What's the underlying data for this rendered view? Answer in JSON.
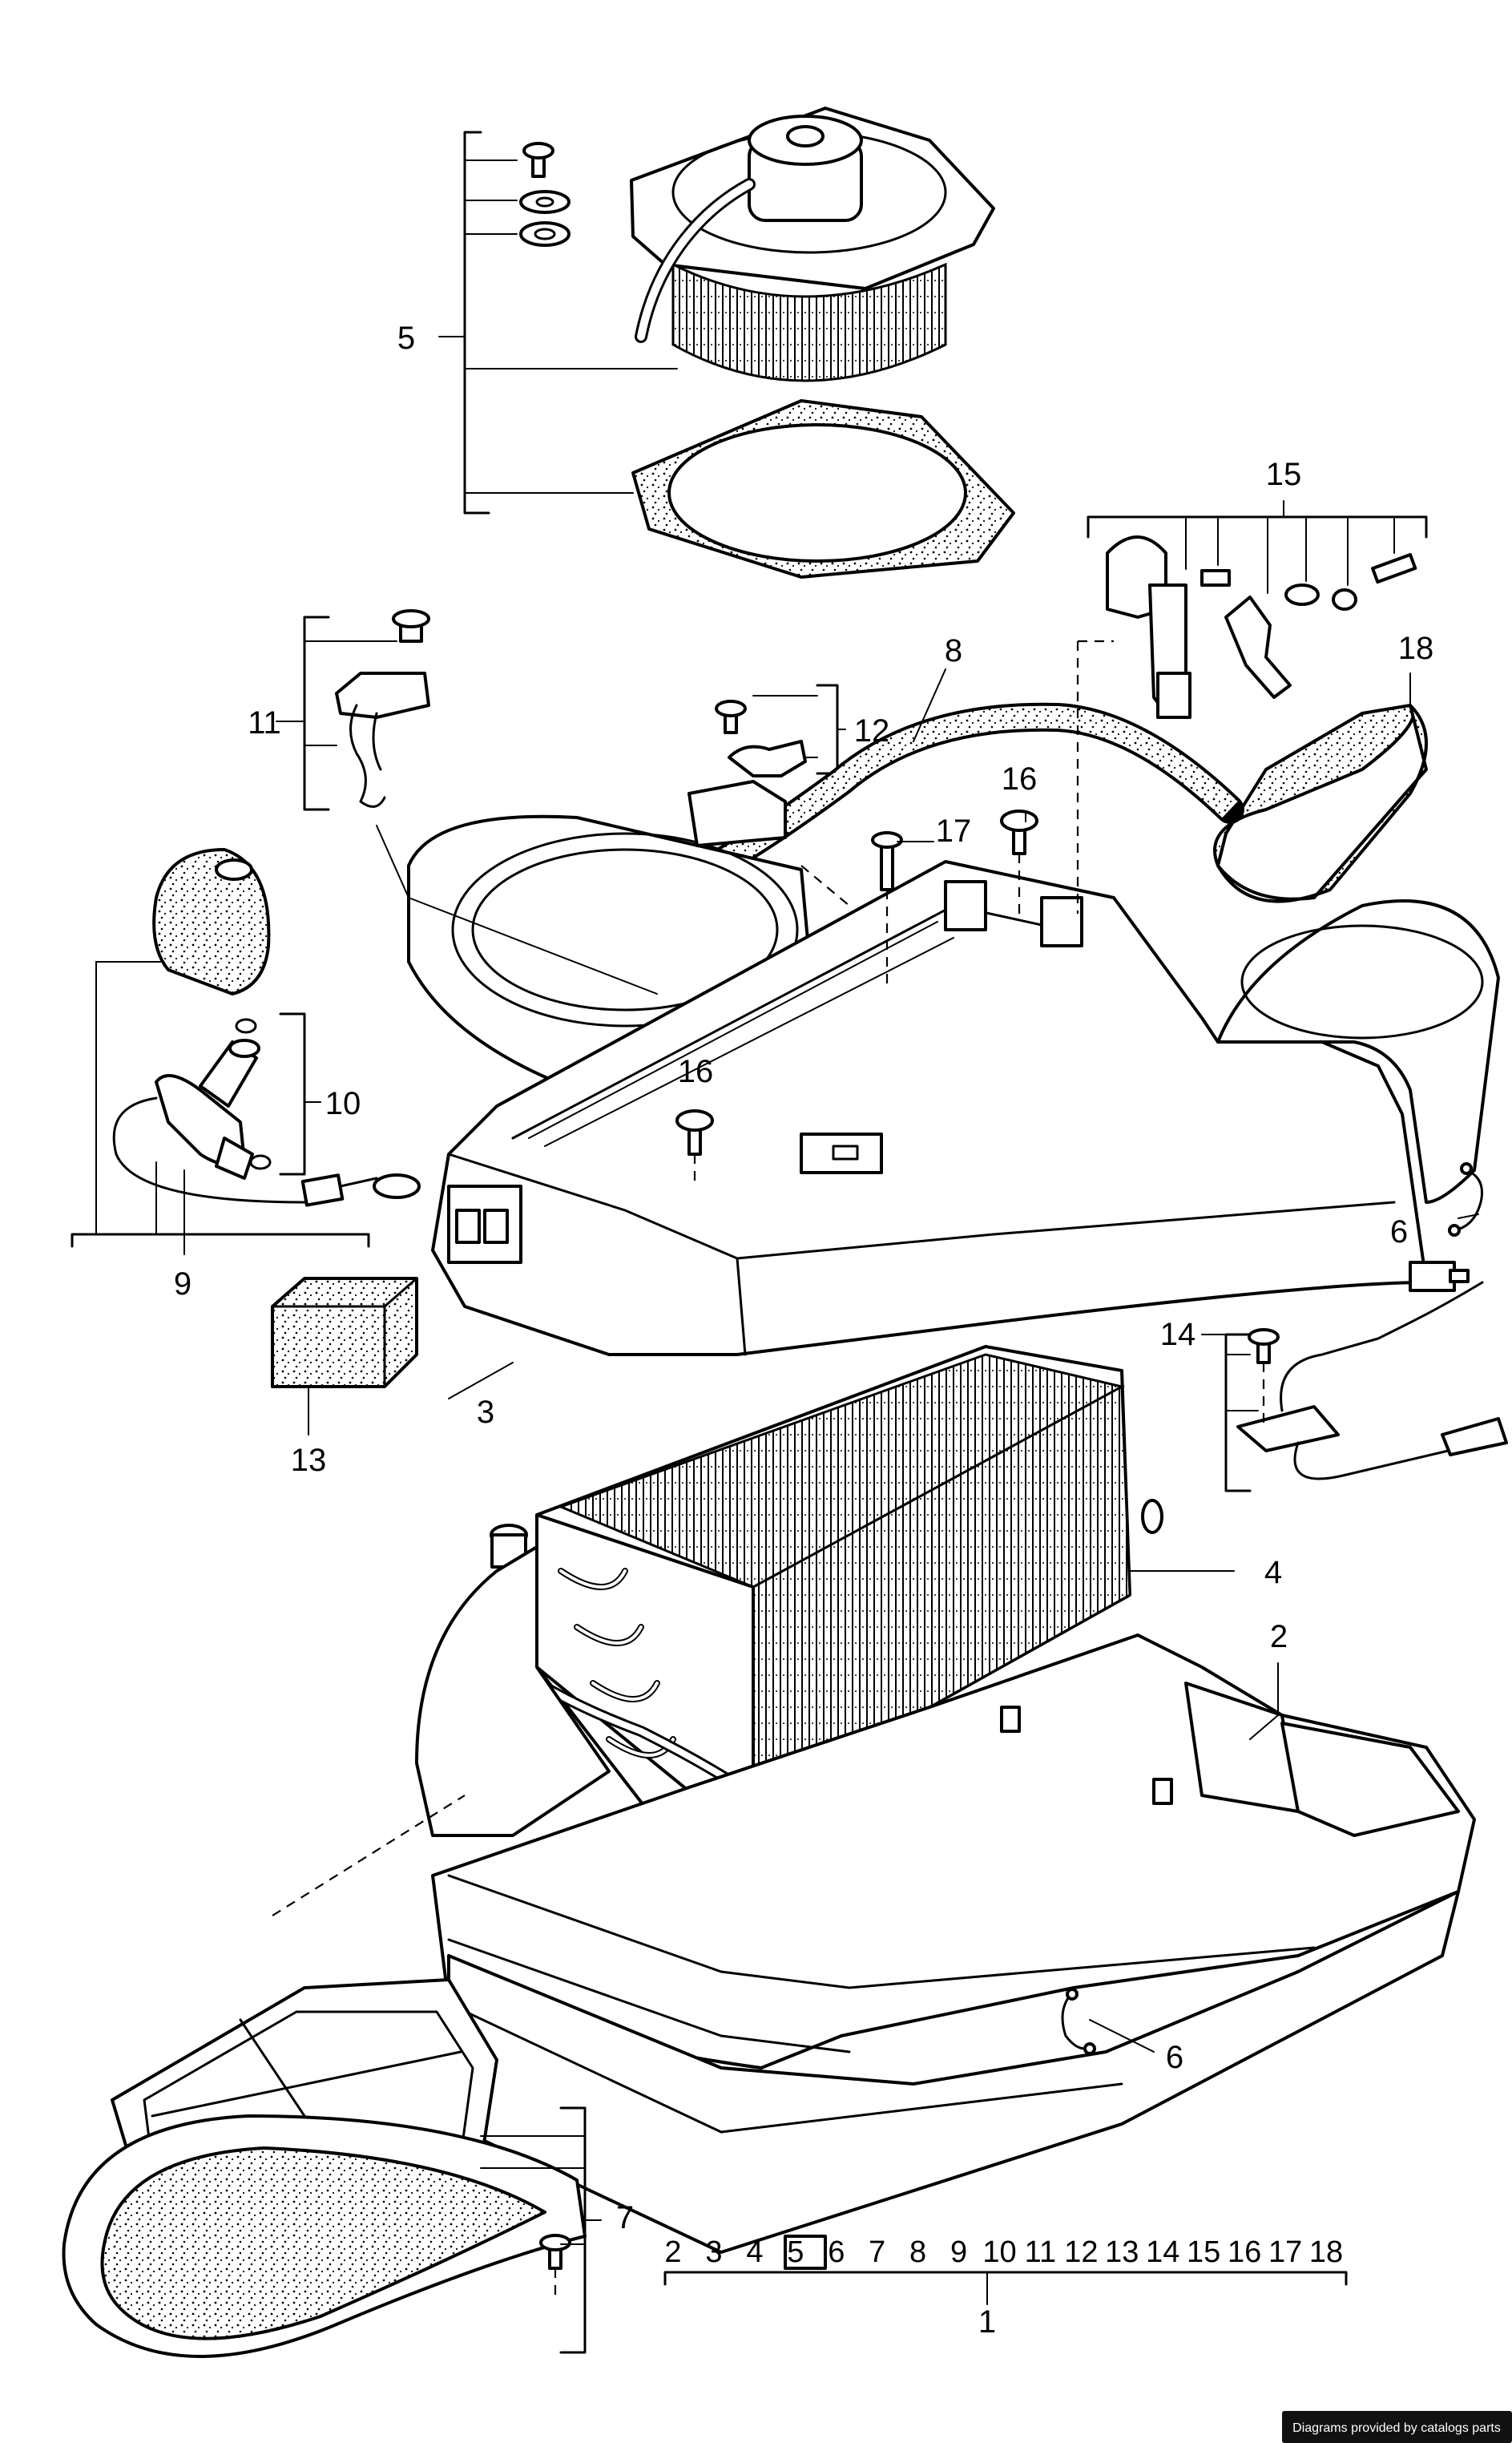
{
  "callouts": {
    "c1": "1",
    "c2": "2",
    "c3": "3",
    "c4": "4",
    "c5": "5",
    "c6a": "6",
    "c6b": "6",
    "c7": "7",
    "c8": "8",
    "c9": "9",
    "c10": "10",
    "c11": "11",
    "c12": "12",
    "c13": "13",
    "c14": "14",
    "c15": "15",
    "c16a": "16",
    "c16b": "16",
    "c17": "17",
    "c18": "18"
  },
  "assembly_sequence": [
    "2",
    "3",
    "4",
    "5",
    "6",
    "7",
    "8",
    "9",
    "10",
    "11",
    "12",
    "13",
    "14",
    "15",
    "16",
    "17",
    "18"
  ],
  "credit": "Diagrams provided by catalogs parts",
  "colors": {
    "ink": "#000000",
    "paper": "#ffffff",
    "credit_bg": "#111111"
  }
}
